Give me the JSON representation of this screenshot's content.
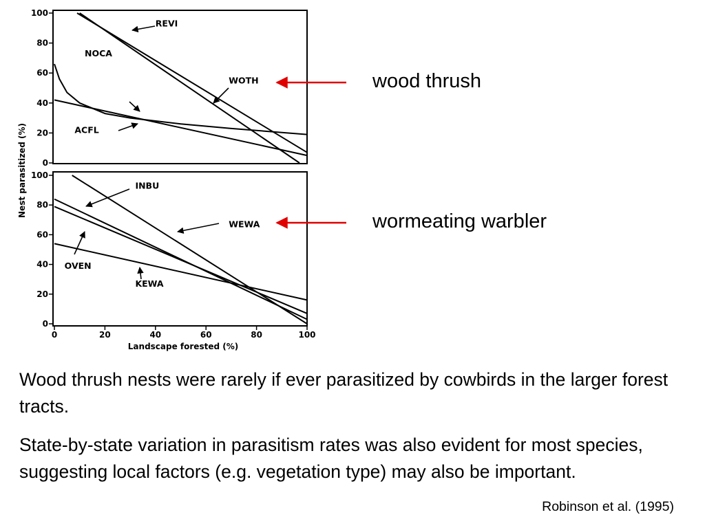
{
  "chart_data": {
    "ylabel": "Nest parasitized (%)",
    "xlabel": "Landscape forested (%)",
    "xlim": [
      0,
      100
    ],
    "x_ticks": [
      "0",
      "20",
      "40",
      "60",
      "80",
      "100"
    ],
    "panels": [
      {
        "type": "line",
        "ylim": [
          0,
          100
        ],
        "y_ticks": [
          "0",
          "20",
          "40",
          "60",
          "80",
          "100"
        ],
        "series": [
          {
            "name": "REVI",
            "x": [
              9,
              100
            ],
            "y": [
              100,
              7
            ]
          },
          {
            "name": "NOCA",
            "x": [
              10,
              97
            ],
            "y": [
              100,
              0
            ]
          },
          {
            "name": "WOTH",
            "x": [
              0,
              100
            ],
            "y": [
              42,
              5
            ]
          },
          {
            "name": "ACFL",
            "x": [
              0,
              2,
              5,
              10,
              20,
              30,
              50,
              70,
              100
            ],
            "y": [
              66,
              56,
              47,
              40,
              33,
              30,
              26,
              23,
              19
            ]
          }
        ],
        "labels": [
          {
            "text": "REVI",
            "x": 40,
            "y": 91
          },
          {
            "text": "NOCA",
            "x": 12,
            "y": 71
          },
          {
            "text": "WOTH",
            "x": 69,
            "y": 53
          },
          {
            "text": "ACFL",
            "x": 8,
            "y": 20
          }
        ]
      },
      {
        "type": "line",
        "ylim": [
          0,
          100
        ],
        "y_ticks": [
          "0",
          "20",
          "40",
          "60",
          "80",
          "100"
        ],
        "series": [
          {
            "name": "INBU",
            "x": [
              7,
              100
            ],
            "y": [
              100,
              0
            ]
          },
          {
            "name": "WEWA",
            "x": [
              0,
              100
            ],
            "y": [
              84,
              3
            ]
          },
          {
            "name": "OVEN",
            "x": [
              0,
              100
            ],
            "y": [
              79,
              7
            ]
          },
          {
            "name": "KEWA",
            "x": [
              0,
              100
            ],
            "y": [
              54,
              16
            ]
          }
        ],
        "labels": [
          {
            "text": "INBU",
            "x": 32,
            "y": 91
          },
          {
            "text": "WEWA",
            "x": 69,
            "y": 65
          },
          {
            "text": "OVEN",
            "x": 4,
            "y": 37
          },
          {
            "text": "KEWA",
            "x": 32,
            "y": 25
          }
        ]
      }
    ]
  },
  "callouts": {
    "wood_thrush": "wood thrush",
    "wormeating_warbler": "wormeating warbler"
  },
  "paragraphs": [
    "Wood thrush nests were rarely if ever parasitized by cowbirds in the larger forest tracts.",
    "State-by-state variation in parasitism rates was also evident for most species, suggesting local factors (e.g. vegetation type) may also be important."
  ],
  "citation": "Robinson et al. (1995)",
  "colors": {
    "callout_arrow": "#e00000",
    "lines": "#000000"
  }
}
